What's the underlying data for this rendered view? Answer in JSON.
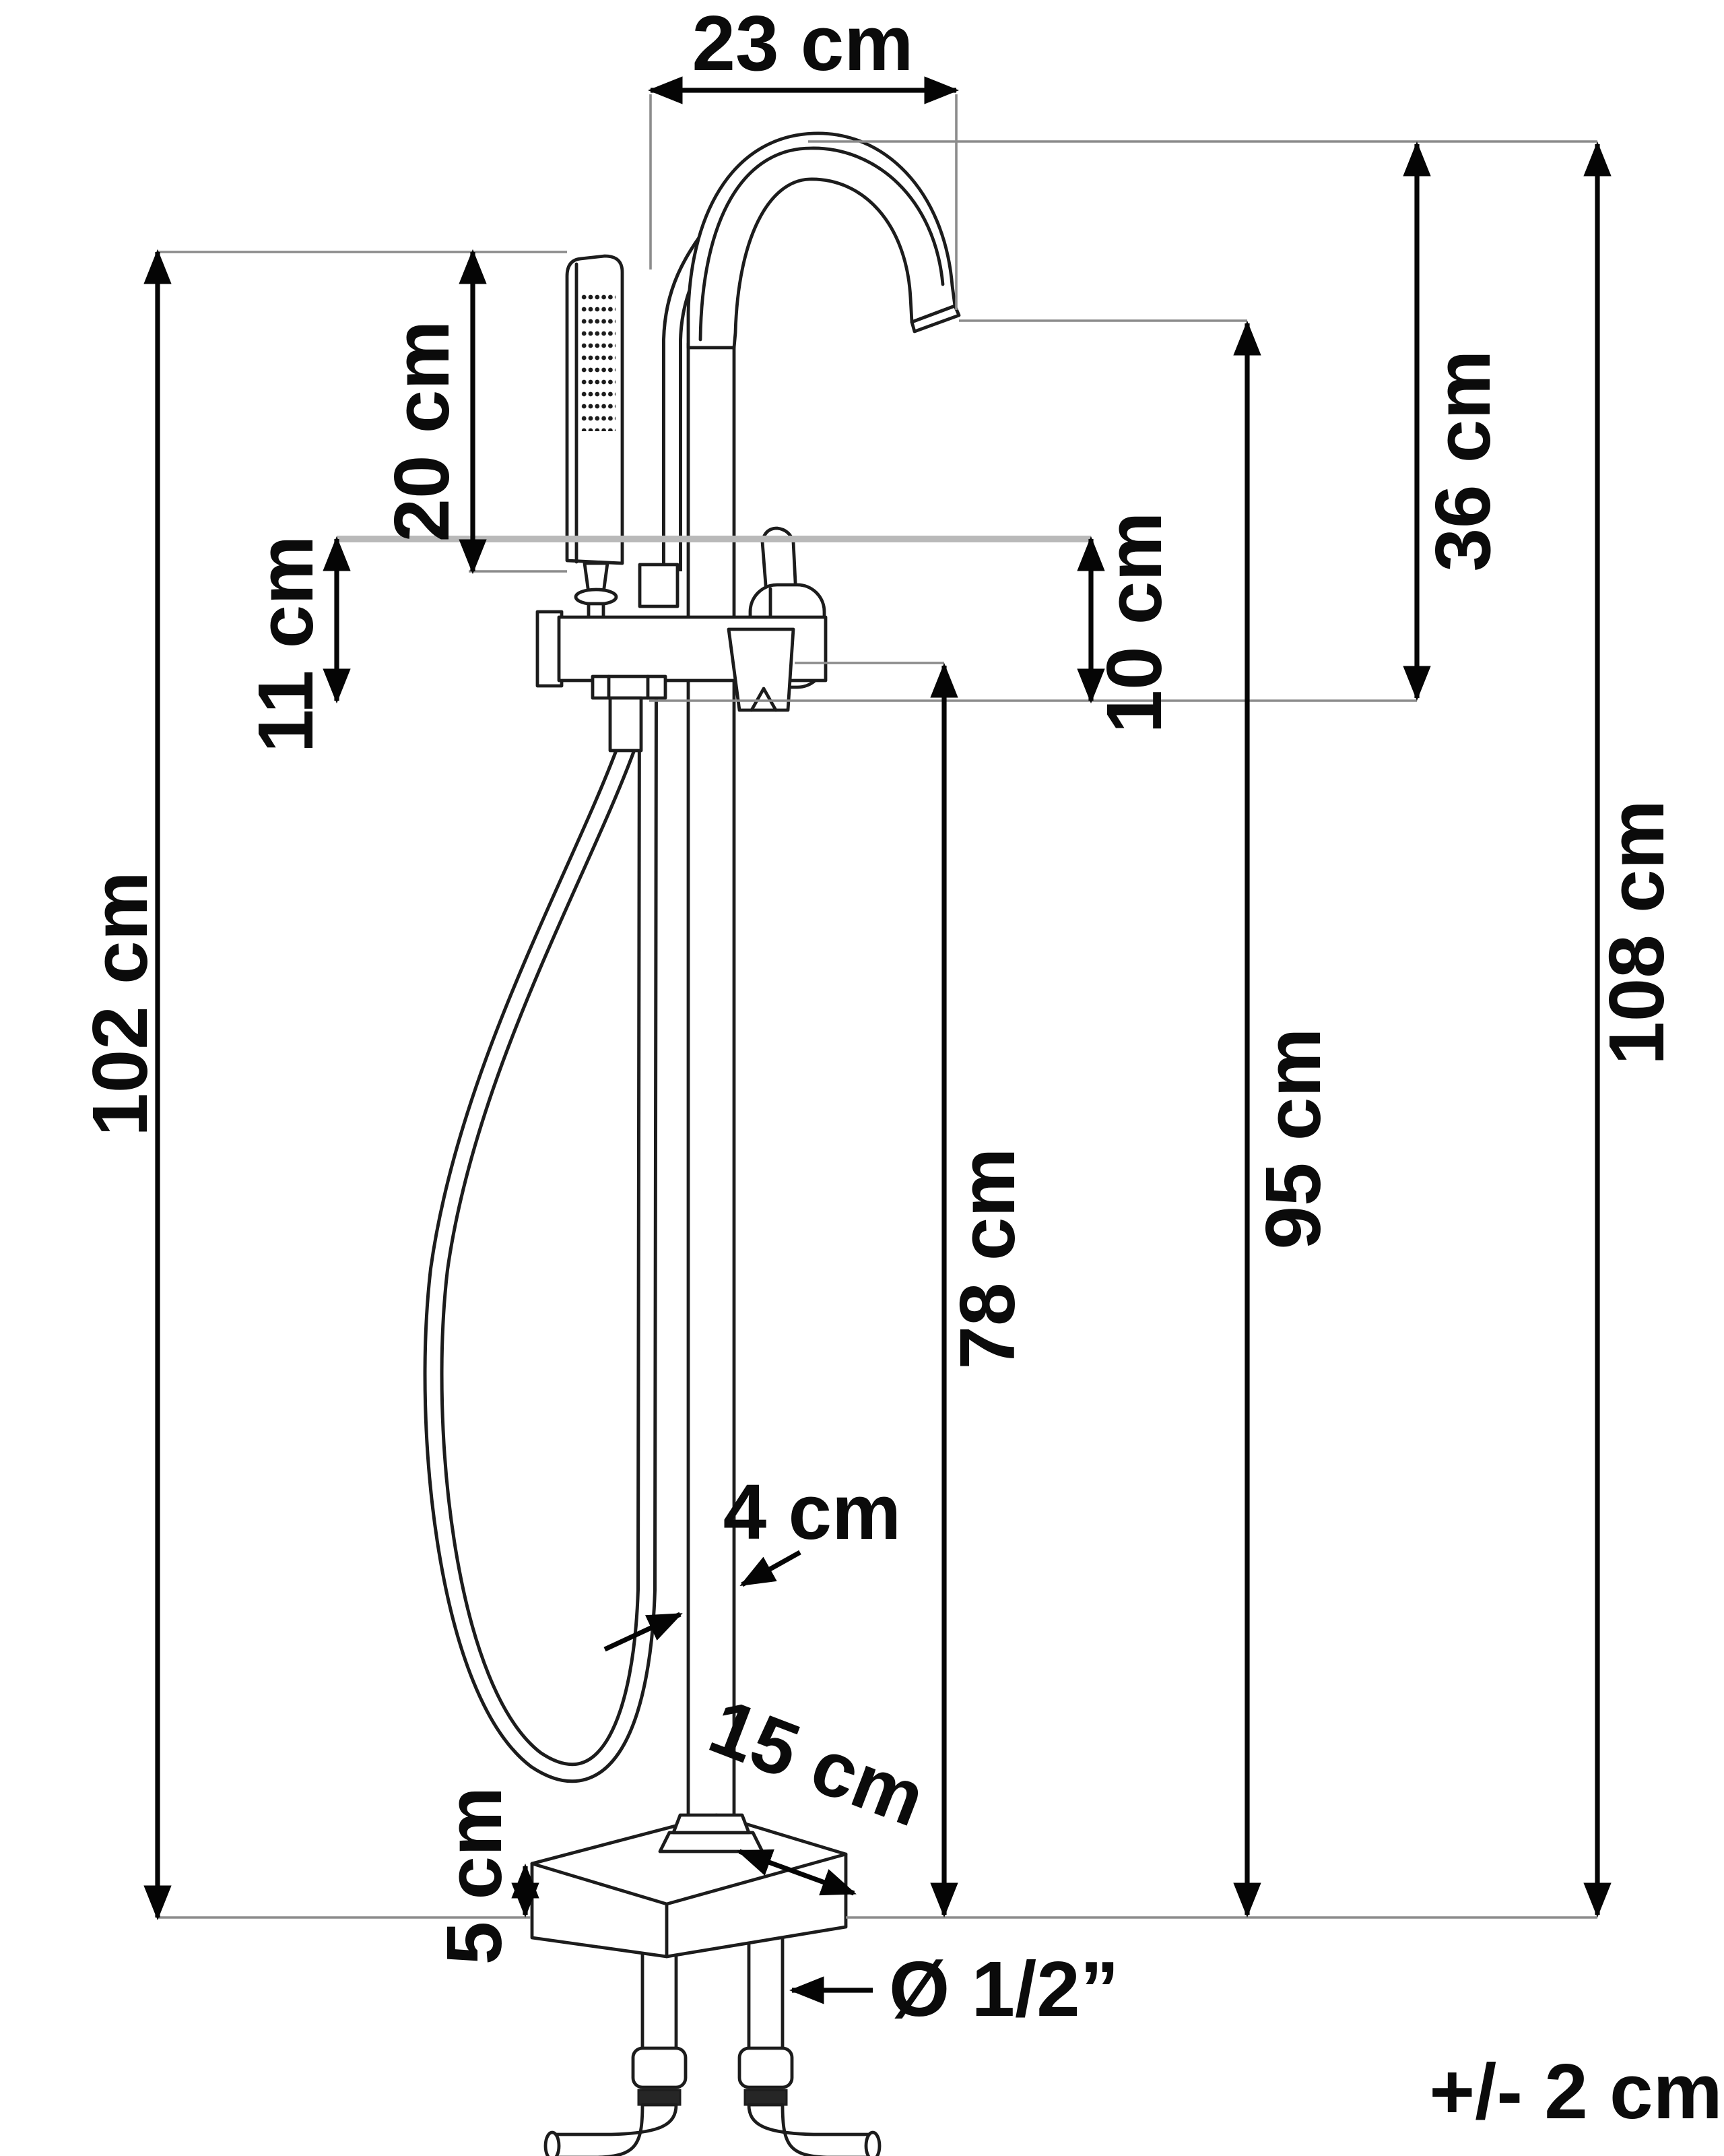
{
  "unit": "cm",
  "dims": {
    "d23": {
      "label": "23 cm",
      "value": 23,
      "measures": "spout-reach-width"
    },
    "d20": {
      "label": "20 cm",
      "value": 20,
      "measures": "hand-shower-length"
    },
    "d11": {
      "label": "11 cm",
      "value": 11,
      "measures": "shower-holder-section-height"
    },
    "d102": {
      "label": "102 cm",
      "value": 102,
      "measures": "hand-shower-top-to-floor"
    },
    "d36": {
      "label": "36 cm",
      "value": 36,
      "measures": "spout-top-to-mixer-body"
    },
    "d10": {
      "label": "10 cm",
      "value": 10,
      "measures": "mixer-body-section-height"
    },
    "d95": {
      "label": "95 cm",
      "value": 95,
      "measures": "spout-outlet-to-floor"
    },
    "d108": {
      "label": "108 cm",
      "value": 108,
      "measures": "total-height"
    },
    "d78": {
      "label": "78 cm",
      "value": 78,
      "measures": "lever-bottom-to-floor"
    },
    "d4": {
      "label": "4 cm",
      "value": 4,
      "measures": "column-width"
    },
    "d15": {
      "label": "15 cm",
      "value": 15,
      "measures": "base-plate-depth"
    },
    "d5": {
      "label": "5 cm",
      "value": 5,
      "measures": "base-plate-height"
    },
    "dia": {
      "label": "Ø 1/2”",
      "measures": "supply-pipe-connection"
    },
    "tolerance": {
      "label": "+/- 2 cm"
    }
  }
}
